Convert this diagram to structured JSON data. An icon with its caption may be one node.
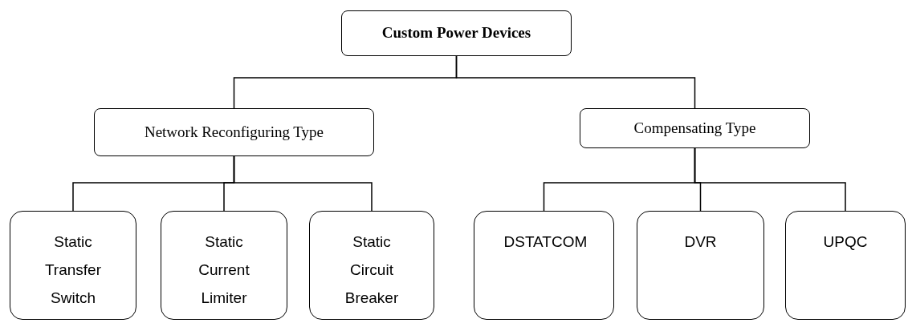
{
  "diagram": {
    "nodes": [
      {
        "text": [
          "Custom Power Devices"
        ]
      },
      {
        "text": [
          "Network Reconfiguring Type"
        ]
      },
      {
        "text": [
          "Compensating Type"
        ]
      },
      {
        "text": [
          "Static Transfer Switch"
        ]
      },
      {
        "text": [
          "Static Current Limiter"
        ]
      },
      {
        "text": [
          "Static Circuit Breaker"
        ]
      },
      {
        "text": [
          "DSTATCOM"
        ]
      },
      {
        "text": [
          "DVR"
        ]
      },
      {
        "text": [
          "UPQC"
        ]
      }
    ],
    "edges": [
      {
        "from": 0,
        "to": 1,
        "arrow": "none"
      },
      {
        "from": 0,
        "to": 2,
        "arrow": "none"
      },
      {
        "from": 1,
        "to": 3,
        "arrow": "none"
      },
      {
        "from": 1,
        "to": 4,
        "arrow": "none"
      },
      {
        "from": 1,
        "to": 5,
        "arrow": "none"
      },
      {
        "from": 2,
        "to": 6,
        "arrow": "none"
      },
      {
        "from": 2,
        "to": 7,
        "arrow": "none"
      },
      {
        "from": 2,
        "to": 8,
        "arrow": "none"
      }
    ]
  }
}
